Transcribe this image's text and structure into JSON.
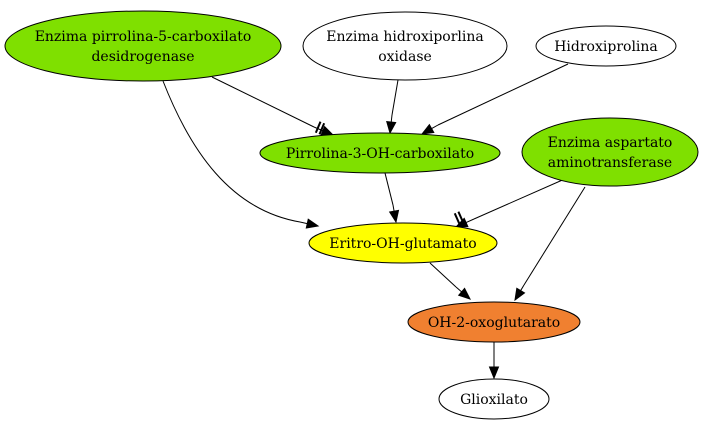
{
  "nodes": [
    {
      "id": "p5c_dehydrogenase",
      "lines": [
        "Enzima pirrolina-5-carboxilato",
        "desidrogenase"
      ],
      "fill": "#7FE000"
    },
    {
      "id": "hydroxyproline_oxidase",
      "lines": [
        "Enzima hidroxiporlina",
        "oxidase"
      ],
      "fill": "#ffffff"
    },
    {
      "id": "hydroxyproline",
      "lines": [
        "Hidroxiprolina"
      ],
      "fill": "#ffffff"
    },
    {
      "id": "pyrroline_3oh_carboxylate",
      "lines": [
        "Pirrolina-3-OH-carboxilato"
      ],
      "fill": "#7FE000"
    },
    {
      "id": "aspartate_aminotransferase",
      "lines": [
        "Enzima aspartato",
        "aminotransferase"
      ],
      "fill": "#7FE000"
    },
    {
      "id": "erythro_oh_glutamate",
      "lines": [
        "Eritro-OH-glutamato"
      ],
      "fill": "#FFFF00"
    },
    {
      "id": "oh_2_oxoglutarate",
      "lines": [
        "OH-2-oxoglutarato"
      ],
      "fill": "#F08030"
    },
    {
      "id": "glyoxylate",
      "lines": [
        "Glioxilato"
      ],
      "fill": "#ffffff"
    }
  ],
  "edges": [
    {
      "from": "p5c_dehydrogenase",
      "to": "pyrroline_3oh_carboxylate",
      "inhibited": true
    },
    {
      "from": "p5c_dehydrogenase",
      "to": "erythro_oh_glutamate",
      "inhibited": false
    },
    {
      "from": "hydroxyproline_oxidase",
      "to": "pyrroline_3oh_carboxylate",
      "inhibited": false
    },
    {
      "from": "hydroxyproline",
      "to": "pyrroline_3oh_carboxylate",
      "inhibited": false
    },
    {
      "from": "pyrroline_3oh_carboxylate",
      "to": "erythro_oh_glutamate",
      "inhibited": false
    },
    {
      "from": "aspartate_aminotransferase",
      "to": "erythro_oh_glutamate",
      "inhibited": true
    },
    {
      "from": "aspartate_aminotransferase",
      "to": "oh_2_oxoglutarate",
      "inhibited": false
    },
    {
      "from": "erythro_oh_glutamate",
      "to": "oh_2_oxoglutarate",
      "inhibited": false
    },
    {
      "from": "oh_2_oxoglutarate",
      "to": "glyoxylate",
      "inhibited": false
    }
  ]
}
